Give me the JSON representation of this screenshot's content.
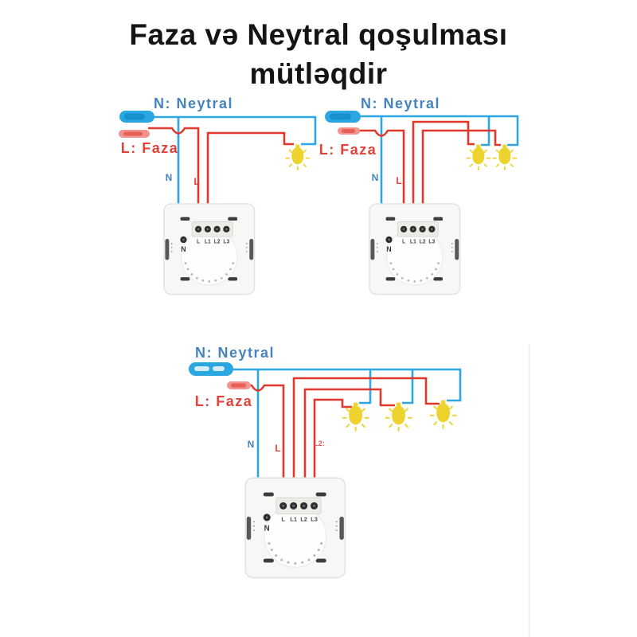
{
  "title": {
    "line1": "Faza və Neytral qoşulması",
    "line2": "mütləqdir"
  },
  "colors": {
    "neutral_wire": "#2ea7e0",
    "phase_wire": "#e0382d",
    "neutral_text": "#4683bd",
    "phase_text": "#e0433a",
    "bulb_yellow": "#eed32f",
    "switch_plate": "#f7f7f5",
    "title_text": "#141414"
  },
  "switch": {
    "neutral_terminal_label": "N",
    "terminal_labels": [
      "L",
      "L1",
      "L2",
      "L3"
    ]
  },
  "diagrams": [
    {
      "name": "one-gang switch with one bulb",
      "neutral_label": "N: Neytral",
      "phase_label": "L: Faza",
      "neutral_wire_tag": "N",
      "phase_wire_tag": "L",
      "bulb_count": "1"
    },
    {
      "name": "two-gang switch with two bulbs",
      "neutral_label": "N: Neytral",
      "phase_label": "L: Faza",
      "neutral_wire_tag": "N",
      "phase_wire_tag": "L",
      "bulb_count": "2"
    },
    {
      "name": "three-gang switch with three bulbs",
      "neutral_label": "N: Neytral",
      "phase_label": "L: Faza",
      "neutral_wire_tag": "N",
      "phase_wire_tag": "L",
      "extra_wire_tag": "L2:",
      "bulb_count": "3"
    }
  ]
}
